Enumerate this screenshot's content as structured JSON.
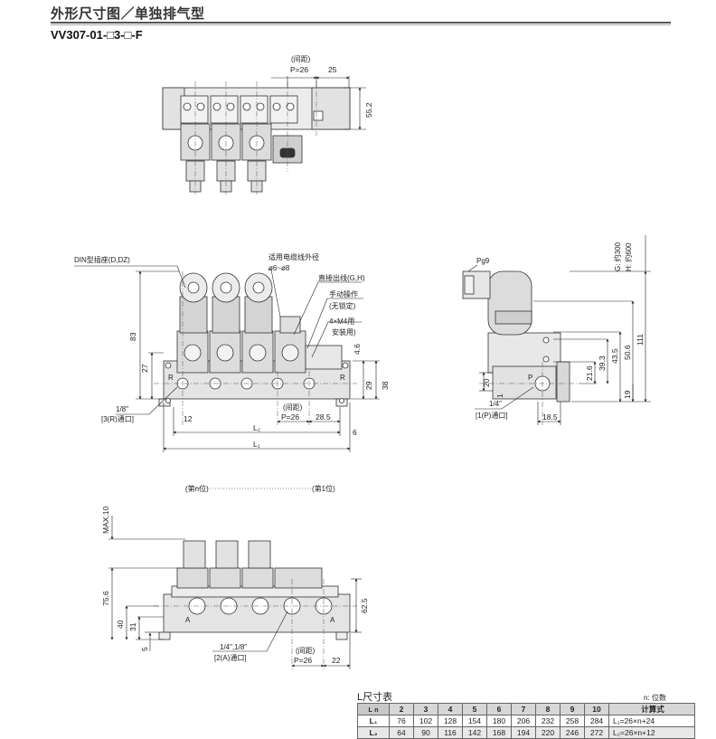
{
  "header": {
    "title": "外形尺寸图／单独排气型",
    "model": "VV307-01-□3-□-F"
  },
  "top_view": {
    "pitch_label": "(间距)",
    "pitch": "P=26",
    "end_dim": "25",
    "height_dim": "55.2"
  },
  "front_view": {
    "din_label": "DIN型插座(D,DZ)",
    "cable_label": "适用电缆线外径",
    "cable_value": "ø6~ø8",
    "direct_label": "直接出线(G,H)",
    "manual_label": "手动操作",
    "manual_sub": "(无锁定)",
    "mount_label": "4×M4用",
    "mount_sub": "安装用)",
    "port_r": "1/8\"",
    "port_r_sub": "[3(R)通口]",
    "pitch_label": "(间距)",
    "pitch": "P=26",
    "pitch_end": "28.5",
    "left_dim": "12",
    "l2": "L₂",
    "l1": "L₁",
    "right_dim": "6",
    "h83": "83",
    "h27": "27",
    "h46": "4.6",
    "h29": "29",
    "h38": "38",
    "r_mark": "R",
    "r_mark2": "R"
  },
  "side_view": {
    "pg9": "Pg9",
    "g_label": "G: 约300",
    "h_label": "H: 约600",
    "d111": "111",
    "d506": "50.6",
    "d435": "43.5",
    "d393": "39.3",
    "d216": "21.6",
    "d19": "19",
    "d20": "20",
    "d1": "1",
    "p_mark": "P",
    "port_p": "1/4\"",
    "port_p_sub": "[1(P)通口]",
    "d185": "18.5"
  },
  "bottom_view": {
    "station_n": "(第n位)",
    "station_1": "(第1位)",
    "max10": "MAX.10",
    "h756": "75.6",
    "h625": "62.5",
    "h40": "40",
    "h31": "31",
    "h5": "5",
    "a_left": "A",
    "a_right": "A",
    "port_a": "1/4\",1/8\"",
    "port_a_sub": "[2(A)通口]",
    "pitch_label": "(间距)",
    "pitch": "P=26",
    "end_dim": "22"
  },
  "l_table": {
    "title": "L尺寸表",
    "unit": "n: 位数",
    "corner_l": "L",
    "corner_n": "n",
    "columns": [
      "2",
      "3",
      "4",
      "5",
      "6",
      "7",
      "8",
      "9",
      "10"
    ],
    "formula_header": "计算式",
    "rows": [
      {
        "name": "L₁",
        "values": [
          "76",
          "102",
          "128",
          "154",
          "180",
          "206",
          "232",
          "258",
          "284"
        ],
        "formula": "L₁=26×n+24"
      },
      {
        "name": "L₂",
        "values": [
          "64",
          "90",
          "116",
          "142",
          "168",
          "194",
          "220",
          "246",
          "272"
        ],
        "formula": "L₂=26×n+12"
      }
    ]
  }
}
